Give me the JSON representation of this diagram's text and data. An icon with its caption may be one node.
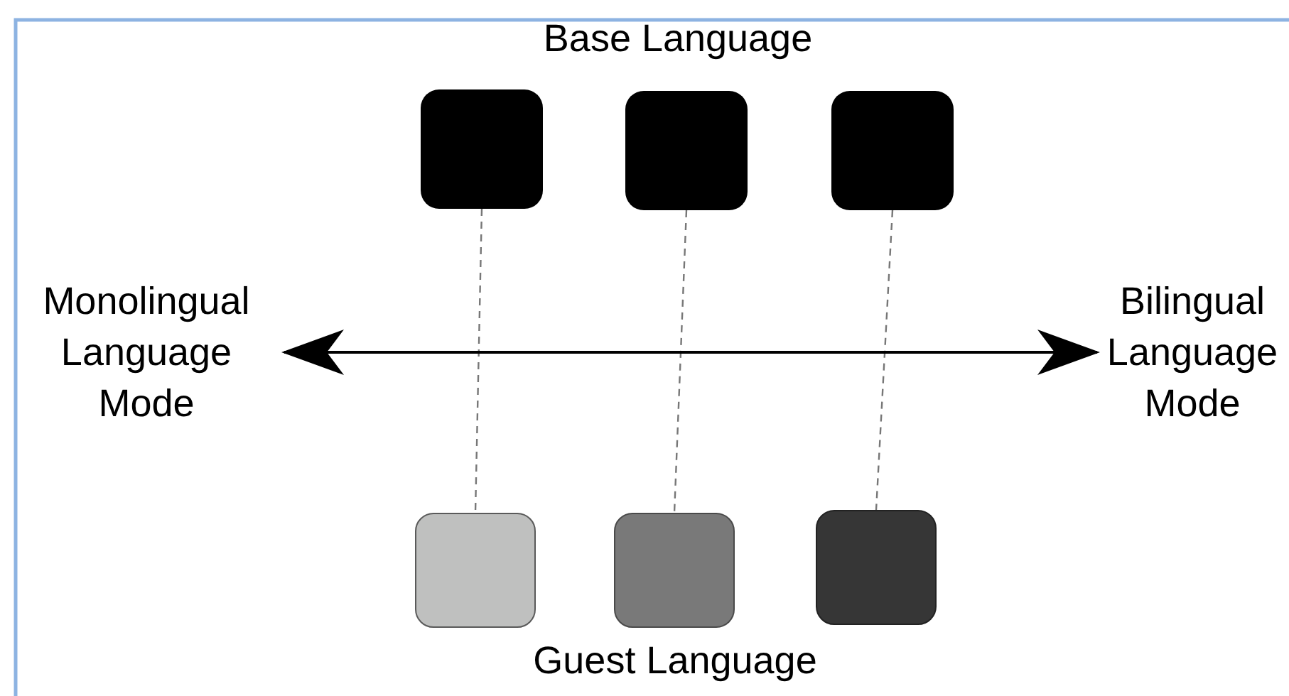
{
  "diagram": {
    "nodes": [
      {
        "text": [],
        "shape": "box"
      },
      {
        "text": [],
        "shape": "box"
      },
      {
        "text": [],
        "shape": "box"
      },
      {
        "text": [
          "Monolingual Language Mode"
        ]
      },
      {
        "text": [
          "Bilingual Language Mode"
        ]
      },
      {
        "text": [],
        "shape": "box"
      },
      {
        "text": [],
        "shape": "box"
      },
      {
        "text": [],
        "shape": "box"
      }
    ],
    "edges": [
      {
        "from": 0,
        "to": 5,
        "arrow": "none",
        "style": "dashed"
      },
      {
        "from": 1,
        "to": 6,
        "arrow": "none",
        "style": "dashed"
      },
      {
        "from": 2,
        "to": 7,
        "arrow": "none",
        "style": "dashed"
      },
      {
        "from": 3,
        "to": 4,
        "arrow": "both",
        "color": "#000000"
      }
    ],
    "labels": [
      "Base Language",
      "Guest Language"
    ]
  }
}
